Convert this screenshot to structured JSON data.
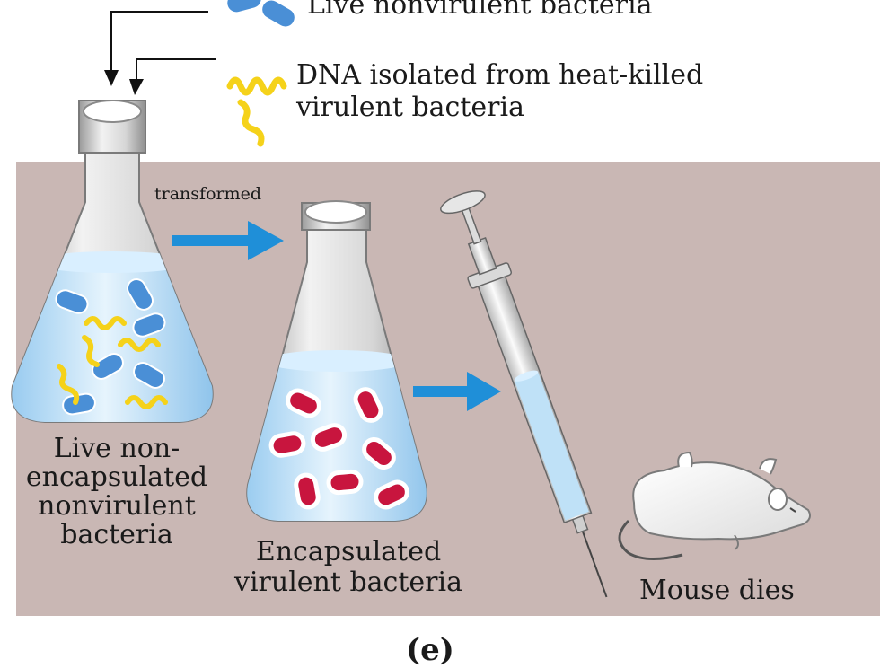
{
  "legend": {
    "live_bacteria": "Live nonvirulent bacteria",
    "dna": "DNA isolated from heat-killed virulent bacteria",
    "dna_line1": "DNA isolated from heat-killed",
    "dna_line2": "virulent bacteria"
  },
  "arrow_label": "transformed",
  "captions": {
    "flask1": "Live non-encapsulated nonvirulent bacteria",
    "flask2": "Encapsulated virulent bacteria",
    "mouse": "Mouse dies"
  },
  "panel_label": "(e)",
  "colors": {
    "background": "#c9b7b4",
    "live_bacteria": "#4a8fd6",
    "dna": "#f5d21a",
    "virulent_bacteria": "#c8153e",
    "arrow": "#1f8fd8",
    "liquid": "#bfe1f7"
  }
}
